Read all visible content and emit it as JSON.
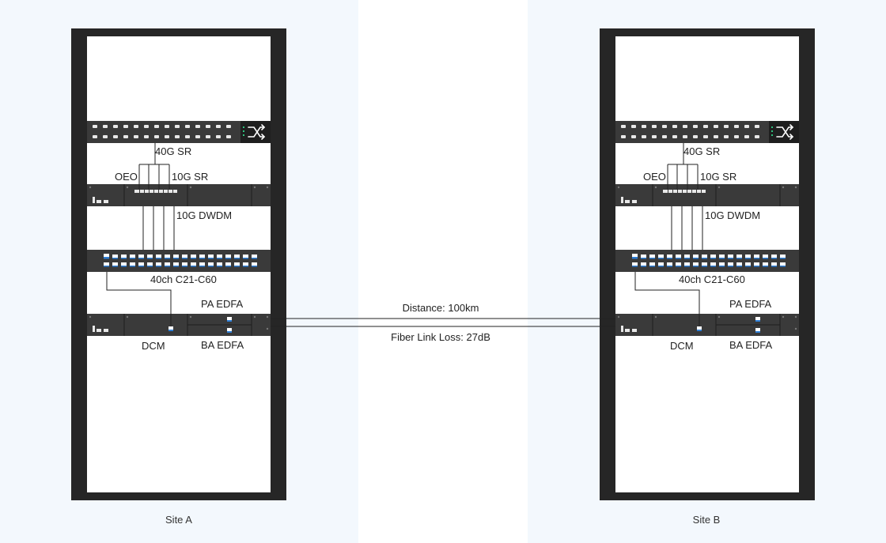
{
  "link": {
    "distance": "Distance: 100km",
    "loss": "Fiber Link Loss: 27dB"
  },
  "sites": [
    {
      "id": "a",
      "name": "Site A",
      "labels": {
        "sr40": "40G SR",
        "oeo": "OEO",
        "sr10": "10G SR",
        "dwdm10": "10G DWDM",
        "mux": "40ch C21-C60",
        "pa_edfa": "PA EDFA",
        "dcm": "DCM",
        "ba_edfa": "BA EDFA"
      }
    },
    {
      "id": "b",
      "name": "Site B",
      "labels": {
        "sr40": "40G SR",
        "oeo": "OEO",
        "sr10": "10G SR",
        "dwdm10": "10G DWDM",
        "mux": "40ch C21-C60",
        "pa_edfa": "PA EDFA",
        "dcm": "DCM",
        "ba_edfa": "BA EDFA"
      }
    }
  ],
  "colors": {
    "rack": "#262626",
    "device": "#3a3a3a",
    "port_blue": "#2f7fd6",
    "fiber": "#222222",
    "panel_bg": "#f3f8fd"
  }
}
